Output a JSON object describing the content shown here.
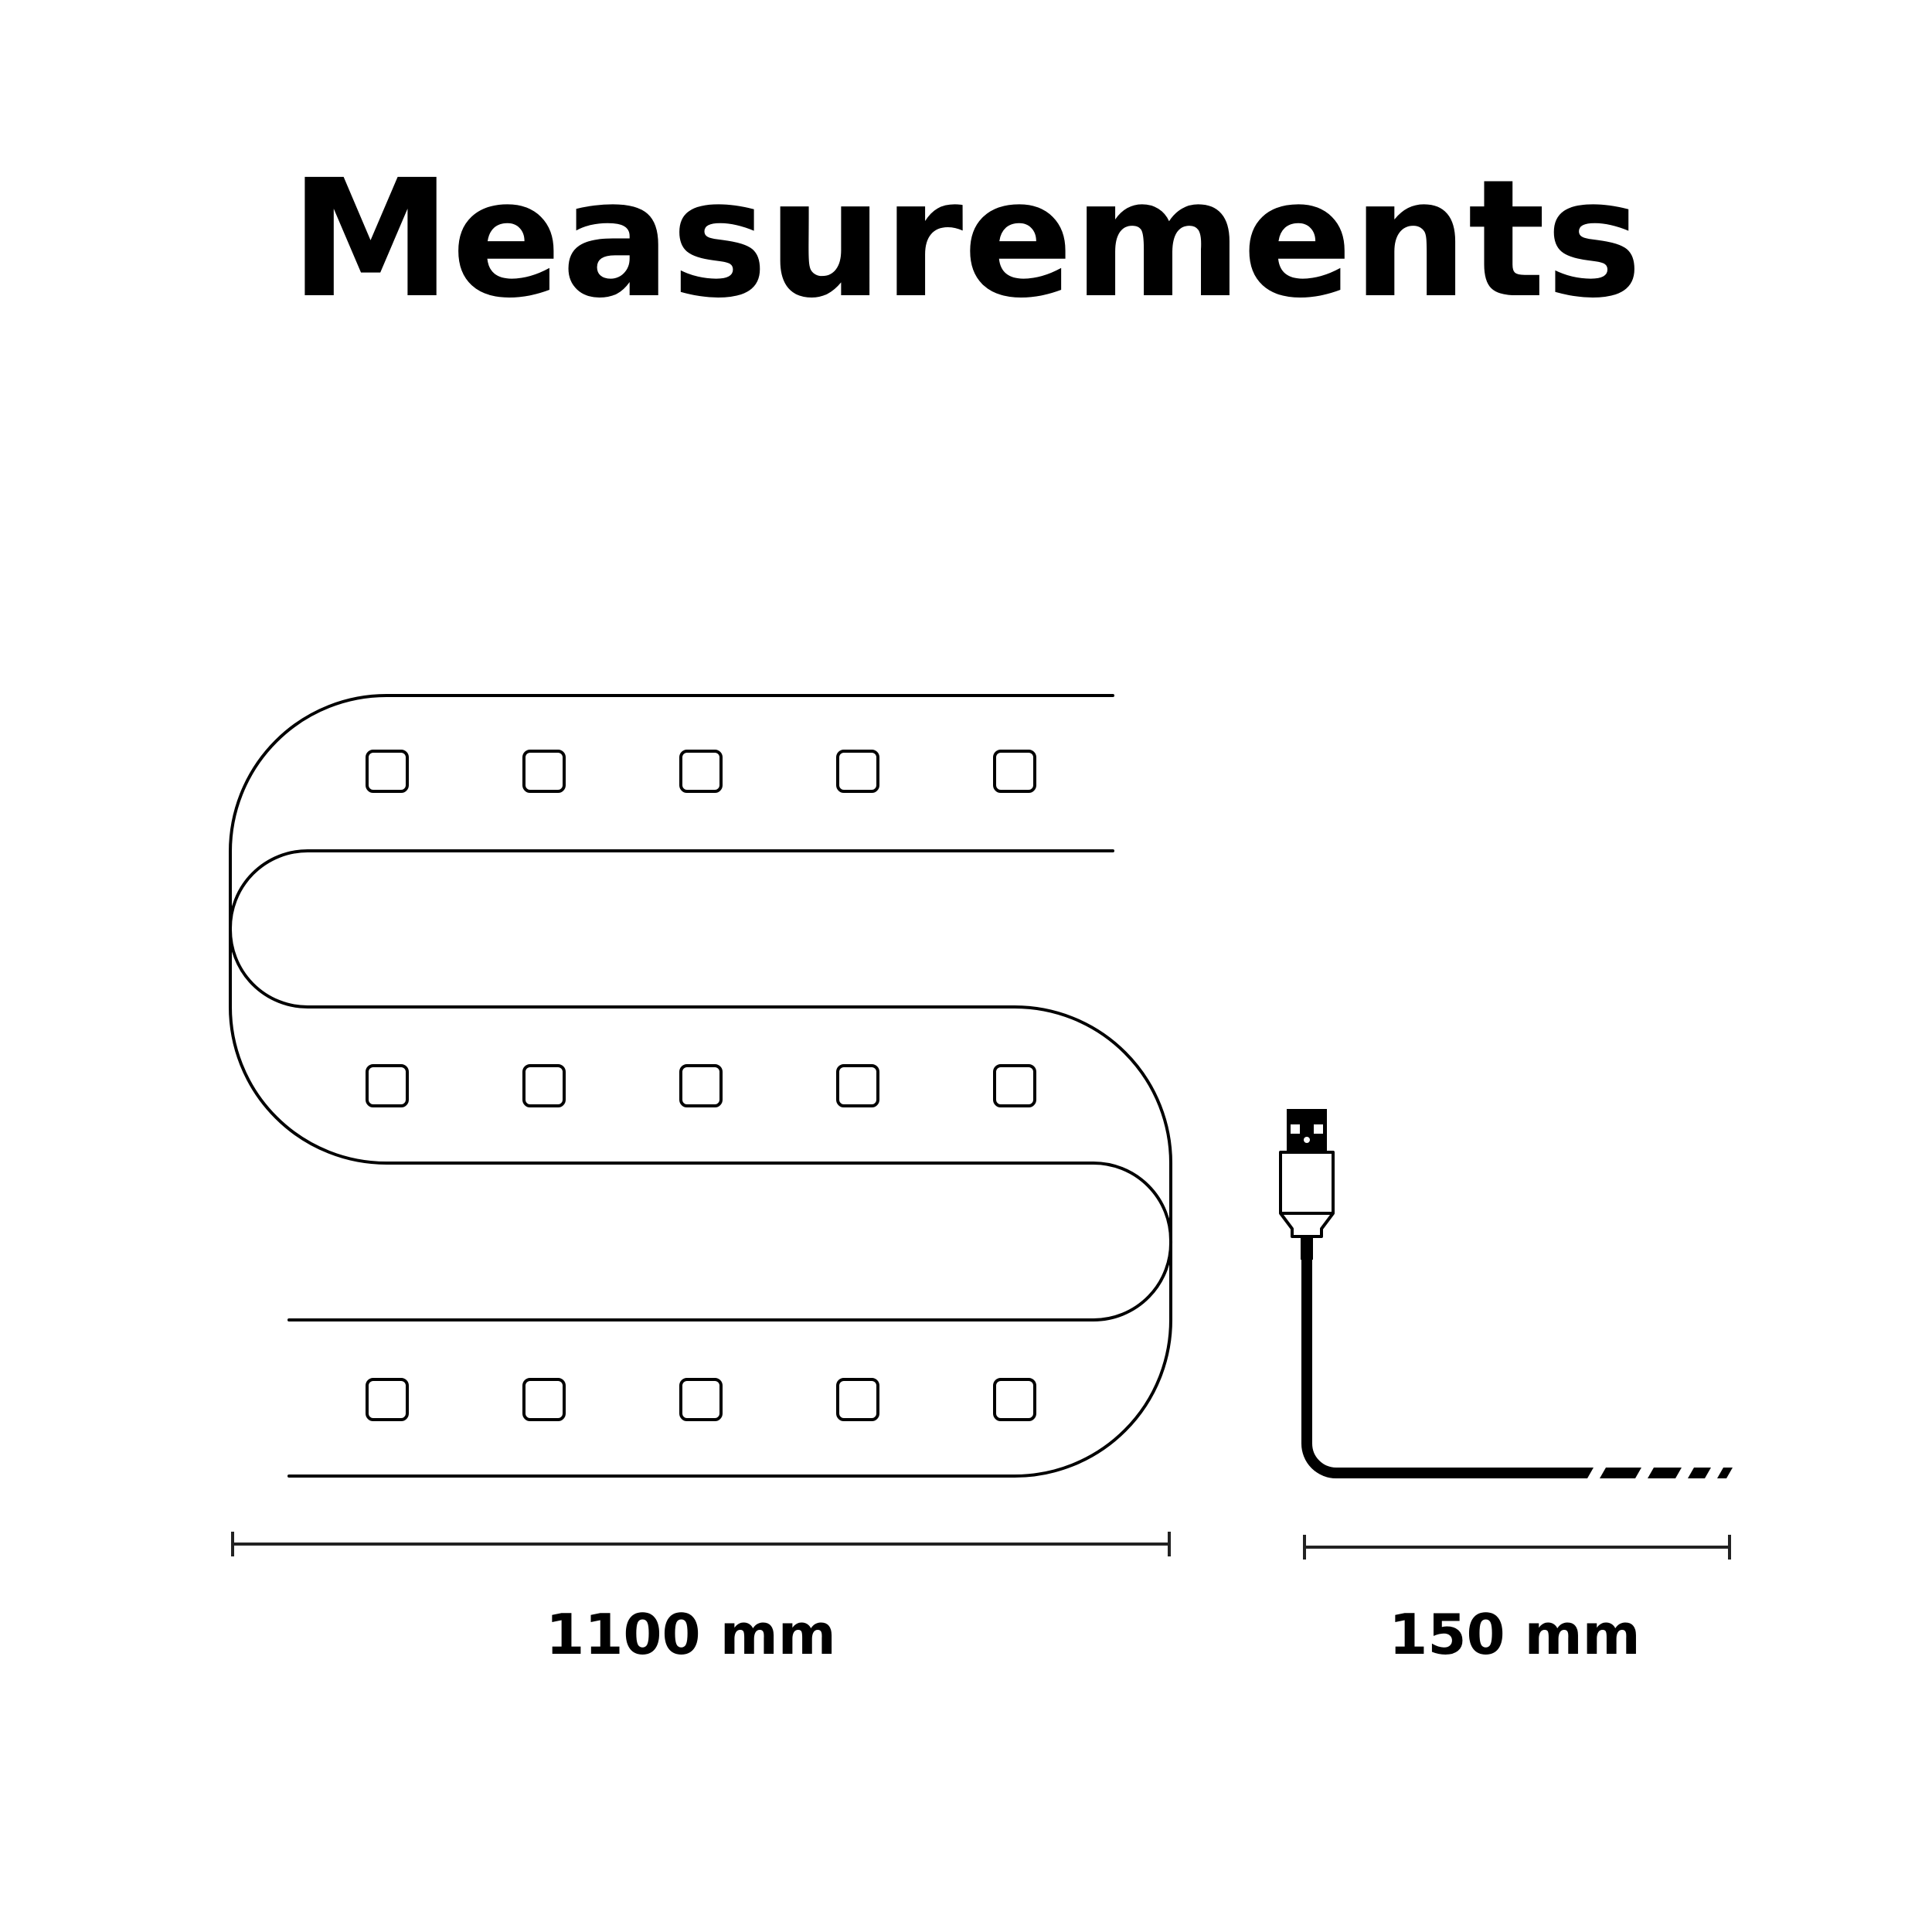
{
  "title": "Measurements",
  "dimensions": {
    "strip_length": "1100 mm",
    "cable_length": "150 mm"
  },
  "colors": {
    "line": "#000000",
    "dimension_line": "#222222",
    "background": "#ffffff"
  },
  "icons": {
    "strip": "led-strip-icon",
    "connector": "usb-connector-icon"
  }
}
